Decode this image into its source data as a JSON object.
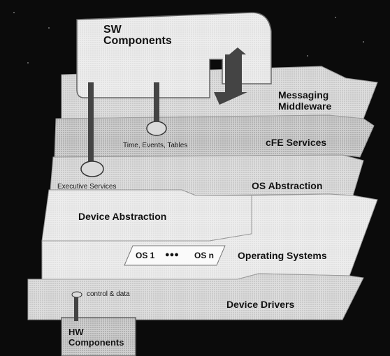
{
  "diagram": {
    "sw_components": {
      "line1": "SW",
      "line2": "Components"
    },
    "hw_components": {
      "line1": "HW",
      "line2": "Components"
    },
    "layers": {
      "messaging_line1": "Messaging",
      "messaging_line2": "Middleware",
      "cfe_services": "cFE Services",
      "os_abstraction": "OS Abstraction",
      "device_abstraction": "Device Abstraction",
      "operating_systems": "Operating Systems",
      "device_drivers": "Device Drivers"
    },
    "os_boxes": {
      "os1": "OS 1",
      "dots": "●●●",
      "osn": "OS n"
    },
    "plugs": {
      "time_events_tables": "Time, Events, Tables",
      "executive_services": "Executive Services",
      "control_data": "control & data"
    }
  },
  "colors": {
    "background": "#0b0b0b",
    "layer_light": "#e4e4e4",
    "layer_mid": "#d2d2d2",
    "layer_dark": "#bdbdbd",
    "sw_box": "#dcdcdc",
    "hw_box": "#c8c8c8"
  }
}
